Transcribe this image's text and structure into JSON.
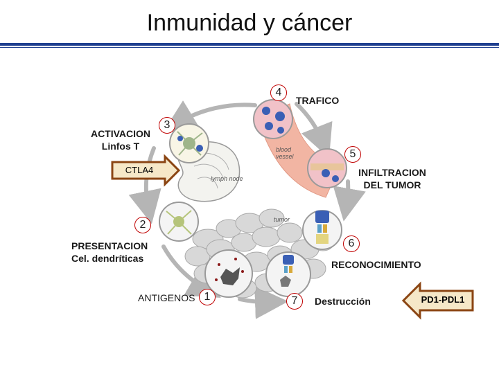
{
  "title": "Inmunidad y cáncer",
  "steps": [
    {
      "number": "1",
      "label": "ANTIGENOS"
    },
    {
      "number": "2",
      "label_line1": "PRESENTACION",
      "label_line2": "Cel. dendríticas"
    },
    {
      "number": "3",
      "label_line1": "ACTIVACION",
      "label_line2": "Linfos T"
    },
    {
      "number": "4",
      "label": "TRAFICO"
    },
    {
      "number": "5",
      "label_line1": "INFILTRACION",
      "label_line2": "DEL TUMOR"
    },
    {
      "number": "6",
      "label": "RECONOCIMIENTO"
    },
    {
      "number": "7",
      "label": "Destrucción"
    }
  ],
  "checkpoints": {
    "ctla4": "CTLA4",
    "pd1": "PD1-PDL1"
  },
  "image_labels": {
    "lymph_node": "lymph node",
    "blood_vessel_line1": "blood",
    "blood_vessel_line2": "vessel",
    "tumor": "tumor"
  },
  "colors": {
    "title_rule": "#1f3f8f",
    "step_circle": "#c00000",
    "cycle_arrow": "#b5b5b5",
    "checkpoint_arrow_fill": "#f6e8c8",
    "checkpoint_arrow_stroke": "#8b4513",
    "blood_vessel": "#f2b5a3",
    "tumor_cells": "#cfcfcf",
    "cell_pink": "#f1c2c8",
    "lymphocyte_blue": "#3a5fb5"
  }
}
